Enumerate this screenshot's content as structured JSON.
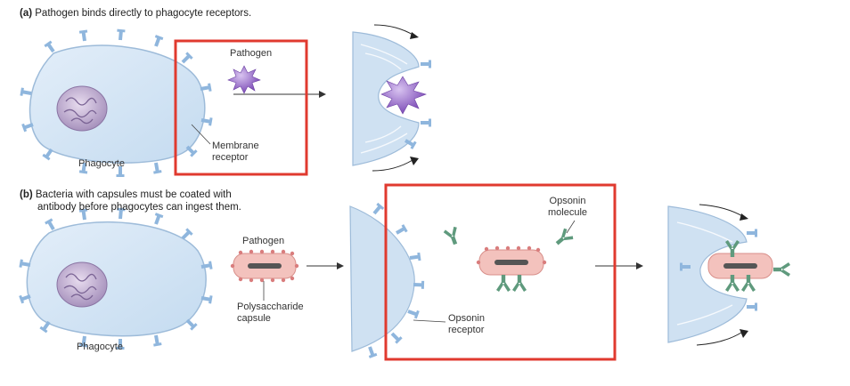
{
  "panel_a": {
    "letter": "(a)",
    "caption": "Pathogen binds directly to phagocyte receptors.",
    "phagocyte_label": "Phagocyte",
    "pathogen_label": "Pathogen",
    "receptor_label_line1": "Membrane",
    "receptor_label_line2": "receptor"
  },
  "panel_b": {
    "letter": "(b)",
    "caption_line1": "Bacteria with capsules must be coated with",
    "caption_line2": "antibody before phagocytes can ingest them.",
    "phagocyte_label": "Phagocyte",
    "pathogen_label": "Pathogen",
    "capsule_label_line1": "Polysaccharide",
    "capsule_label_line2": "capsule",
    "opsonin_label_line1": "Opsonin",
    "opsonin_label_line2": "molecule",
    "opsonin_receptor_line1": "Opsonin",
    "opsonin_receptor_line2": "receptor"
  },
  "colors": {
    "cell_fill": "#cfe2f3",
    "cell_stroke": "#8fb3d6",
    "nucleus": "#b9a6c9",
    "pathogen_spiky": "#9b6fc9",
    "bacterium_fill": "#f0b9b4",
    "bacterium_rod": "#555555",
    "opsonin": "#5f9a7d",
    "highlight_box": "#e03a2f"
  }
}
